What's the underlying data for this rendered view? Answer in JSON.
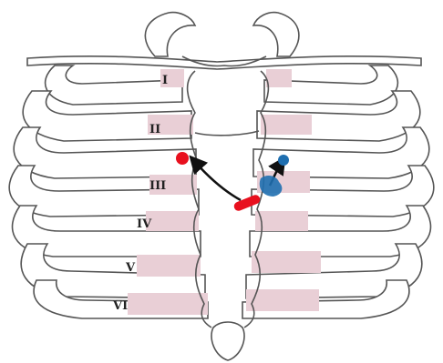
{
  "diagram": {
    "rib_labels": [
      "I",
      "II",
      "III",
      "IV",
      "V",
      "VI"
    ],
    "colors": {
      "cartilage": "#e9cfd6",
      "outline": "#555555",
      "red_marker": "#e8101e",
      "blue_marker": "#1f6fb0",
      "arrow": "#111111"
    },
    "markers": [
      "red-dot",
      "red-bar",
      "blue-dot",
      "blue-blob",
      "black-arrow",
      "black-arrow-blue"
    ]
  }
}
